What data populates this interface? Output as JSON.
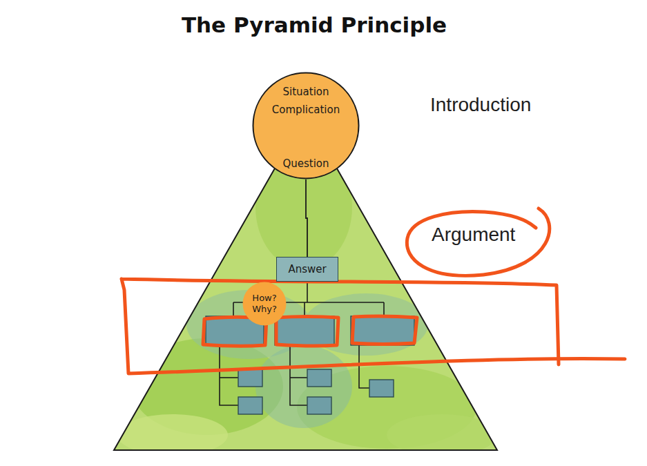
{
  "diagram": {
    "title": "The Pyramid Principle",
    "nodes": [
      {
        "text": [
          "Situation",
          "Complication",
          "Question"
        ]
      },
      {
        "text": [
          "Answer"
        ]
      },
      {
        "text": [
          "How? Why?"
        ]
      }
    ],
    "edges": [
      {
        "from": 0,
        "to": 1,
        "arrow": "none"
      }
    ],
    "labels": [
      "Introduction",
      "Argument"
    ]
  }
}
